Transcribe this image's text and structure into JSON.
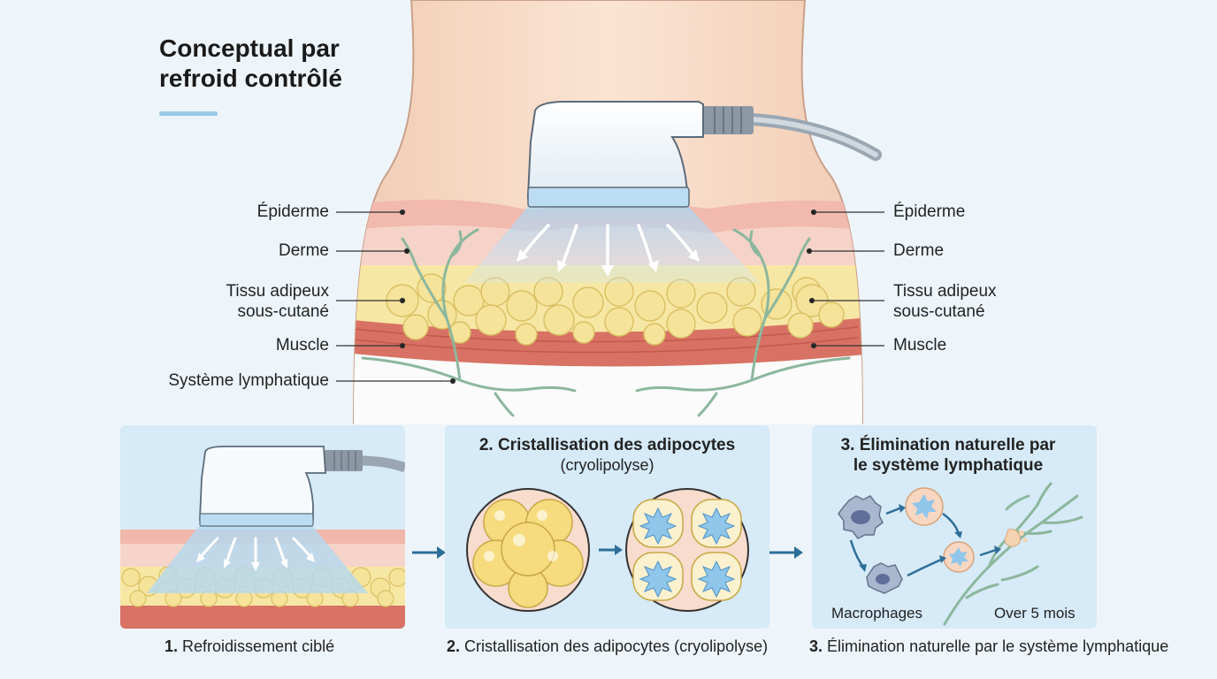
{
  "title_line1": "Conceptual par",
  "title_line2": "refroid contrôlé",
  "left_labels": {
    "epidermis": "Épiderme",
    "dermis": "Derme",
    "fat_line1": "Tissu adipeux",
    "fat_line2": "sous-cutané",
    "muscle": "Muscle",
    "lymph": "Système lymphatique"
  },
  "right_labels": {
    "epidermis": "Épiderme",
    "dermis": "Derme",
    "fat_line1": "Tissu adipeux",
    "fat_line2": "sous-cutané",
    "muscle": "Muscle"
  },
  "panel2": {
    "title": "2. Cristallisation des adipocytes",
    "subtitle": "(cryolipolyse)"
  },
  "panel3": {
    "title_line1": "3. Élimination naturelle par",
    "title_line2": "le système lymphatique",
    "macrophages": "Macrophages",
    "duration": "Over 5 mois"
  },
  "captions": {
    "step1_num": "1.",
    "step1_text": "Refroidissement ciblé",
    "step2_num": "2.",
    "step2_text": "Cristallisation des adipocytes (cryolipolyse)",
    "step3_num": "3.",
    "step3_text": "Élimination naturelle par le système lymphatique"
  },
  "colors": {
    "skin": "#f6dcc8",
    "epidermis": "#f2c3b8",
    "fat": "#f7e7a4",
    "muscle": "#d9786a",
    "lymph": "#8fb8a0",
    "cold": "#b9dcf3"
  }
}
